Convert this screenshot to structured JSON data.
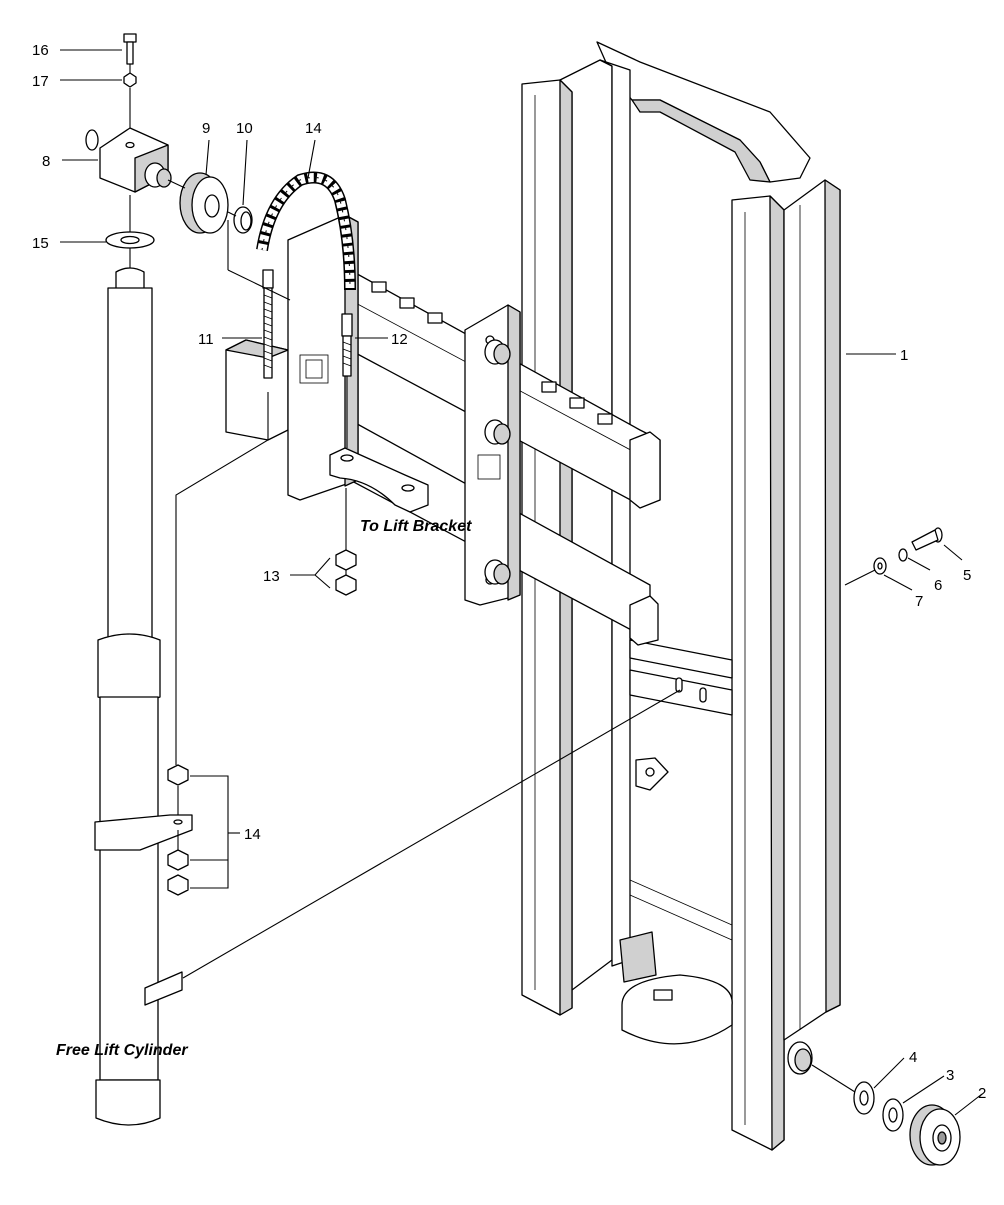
{
  "callouts": {
    "c1": "1",
    "c2": "2",
    "c3": "3",
    "c4": "4",
    "c5": "5",
    "c6": "6",
    "c7": "7",
    "c8": "8",
    "c9": "9",
    "c10": "10",
    "c11": "11",
    "c12": "12",
    "c13": "13",
    "c14a": "14",
    "c14b": "14",
    "c15": "15",
    "c16": "16",
    "c17": "17"
  },
  "notes": {
    "to_lift_bracket": "To Lift Bracket",
    "free_lift_cylinder": "Free Lift Cylinder"
  }
}
